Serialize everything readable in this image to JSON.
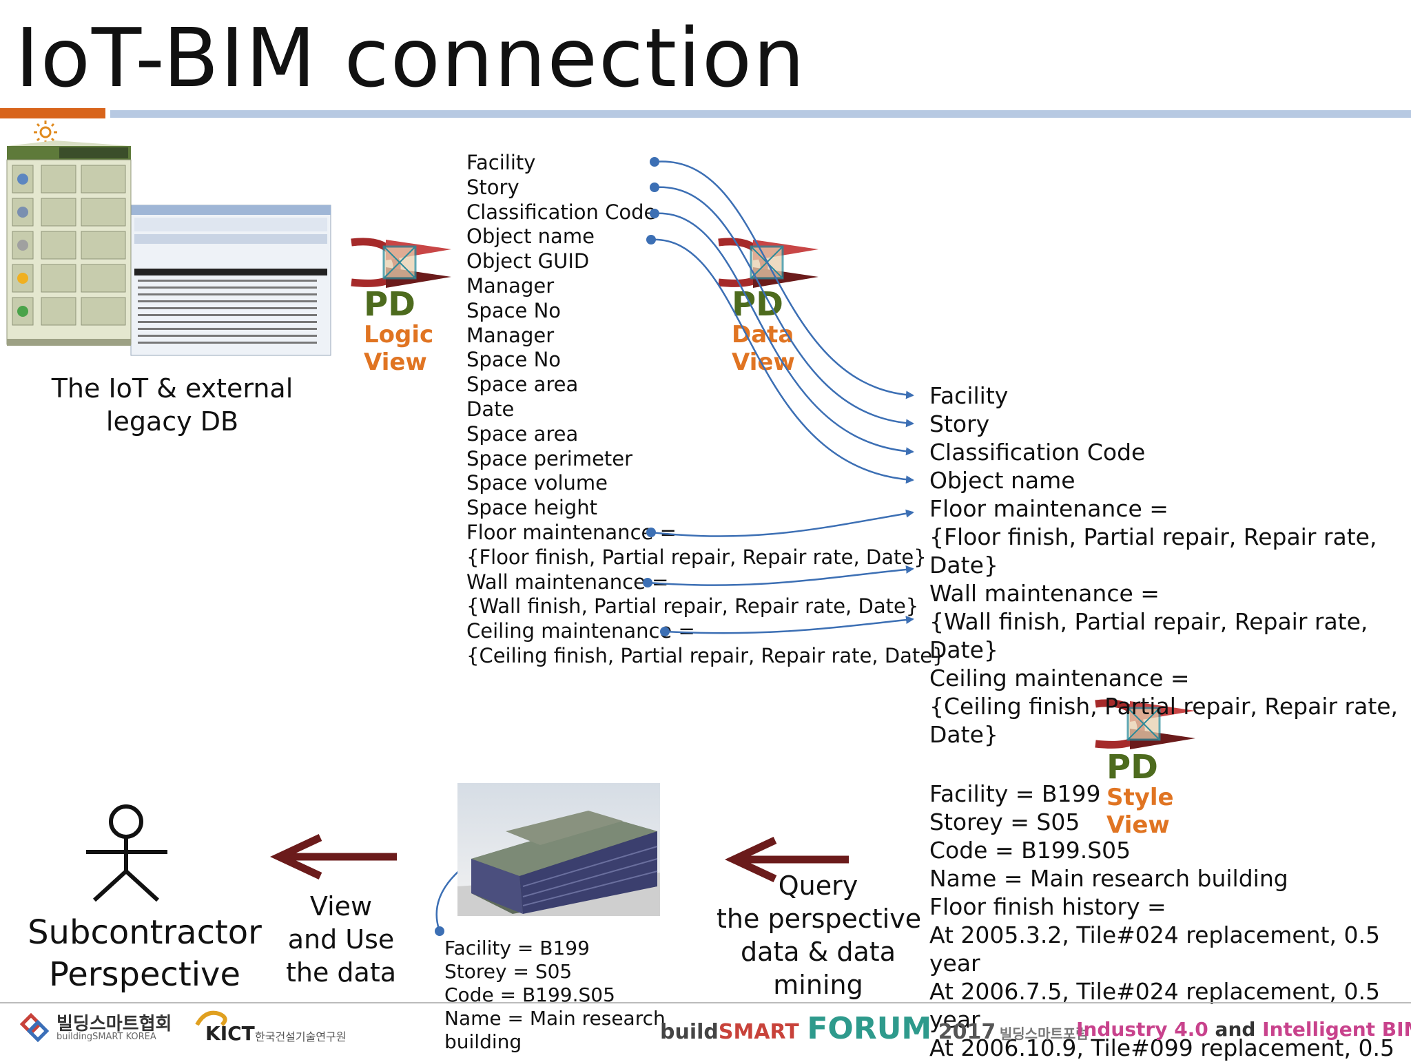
{
  "title": "IoT-BIM connection",
  "source": {
    "caption_line1": "The IoT & external",
    "caption_line2": "legacy DB"
  },
  "pd_logic": {
    "pd": "PD",
    "line1": "Logic",
    "line2": "View"
  },
  "pd_data": {
    "pd": "PD",
    "line1": "Data",
    "line2": "View"
  },
  "pd_style": {
    "pd": "PD",
    "line1": "Style",
    "line2": "View"
  },
  "left_list": [
    "Facility",
    "Story",
    "Classification Code",
    "Object name",
    "Object GUID",
    "Manager",
    "Space No",
    "Manager",
    "Space No",
    "Space area",
    "Date",
    "Space area",
    "Space perimeter",
    "Space volume",
    "Space height",
    "Floor maintenance =",
    "{Floor finish, Partial repair, Repair rate, Date}",
    "Wall maintenance =",
    "{Wall finish, Partial repair, Repair rate, Date}",
    "Ceiling maintenance =",
    "{Ceiling finish, Partial repair, Repair rate, Date}"
  ],
  "right_list": [
    "Facility",
    "Story",
    "Classification Code",
    "Object name",
    "Floor maintenance =",
    "{Floor finish, Partial repair, Repair rate,",
    "Date}",
    "Wall maintenance =",
    "{Wall finish, Partial repair, Repair rate,",
    "Date}",
    "Ceiling maintenance =",
    "{Ceiling finish, Partial repair, Repair rate,",
    "Date}"
  ],
  "result_list": [
    "Facility = B199",
    "Storey = S05",
    "Code = B199.S05",
    "Name = Main research building",
    "Floor finish history =",
    "   At 2005.3.2, Tile#024 replacement, 0.5",
    "year",
    "   At 2006.7.5, Tile#024 replacement, 0.5",
    "year",
    "   At 2006.10.9, Tile#099 replacement, 0.5"
  ],
  "building_data": [
    "Facility = B199",
    "Storey = S05",
    "Code = B199.S05",
    "Name = Main research",
    "building"
  ],
  "query_caption": [
    "Query",
    "the perspective",
    "data & data",
    "mining"
  ],
  "view_caption": [
    "View",
    "and Use",
    "the data"
  ],
  "subcontractor_caption": [
    "Subcontractor",
    "Perspective"
  ],
  "footer": {
    "bsk_korean": "빌딩스마트협회",
    "bsk_english": "buildingSMART KOREA",
    "kict": "KICT",
    "kict_korean": "한국건설기술연구원",
    "forum_build": "build",
    "forum_smart": "SMART",
    "forum_forum": "FORUM",
    "forum_year": "2017",
    "forum_korean": "빌딩스마트포럼",
    "tagline_a": "Industry 4.0",
    "tagline_and": " and ",
    "tagline_b": "Intelligent BIM"
  },
  "colors": {
    "accent_orange": "#d8641b",
    "accent_blue": "#b7c9e2",
    "connector_blue": "#3c6fb4",
    "pd_green": "#4d6b1e",
    "pd_orange": "#e07422",
    "arrow_dark_red": "#6b1b1b"
  }
}
